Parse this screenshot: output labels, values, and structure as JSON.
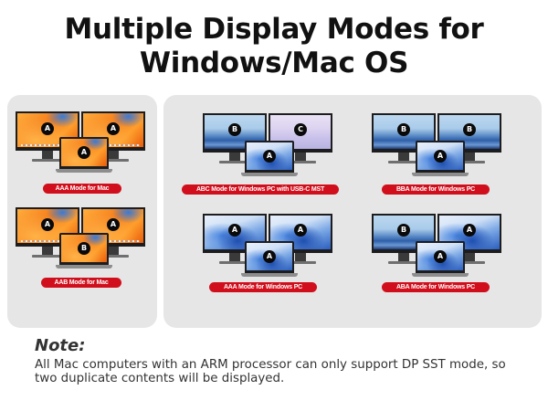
{
  "title": {
    "line1": "Multiple Display Modes for",
    "line2": "Windows/Mac OS"
  },
  "colors": {
    "panel_bg": "#e6e6e6",
    "label_bg": "#d10f1c",
    "badge_bg": "#0a0a0a",
    "text": "#333333"
  },
  "modes": [
    {
      "label": "AAA Mode for Mac",
      "left_monitor": "A",
      "right_monitor": "A",
      "laptop": "A",
      "wallpaper": "mac-orange"
    },
    {
      "label": "AAB Mode for Mac",
      "left_monitor": "A",
      "right_monitor": "A",
      "laptop": "B",
      "wallpaper": "mac-orange"
    },
    {
      "label": "ABC Mode for Windows PC with USB-C MST",
      "left_monitor": "B",
      "right_monitor": "C",
      "laptop": "A",
      "wallpaper": "windows"
    },
    {
      "label": "BBA Mode for Windows PC",
      "left_monitor": "B",
      "right_monitor": "B",
      "laptop": "A",
      "wallpaper": "windows"
    },
    {
      "label": "AAA Mode for Windows PC",
      "left_monitor": "A",
      "right_monitor": "A",
      "laptop": "A",
      "wallpaper": "windows"
    },
    {
      "label": "ABA Mode for Windows PC",
      "left_monitor": "B",
      "right_monitor": "A",
      "laptop": "A",
      "wallpaper": "windows"
    }
  ],
  "note": {
    "title": "Note:",
    "text": "All Mac computers with an ARM processor can only support DP SST mode, so two duplicate contents will be displayed."
  }
}
